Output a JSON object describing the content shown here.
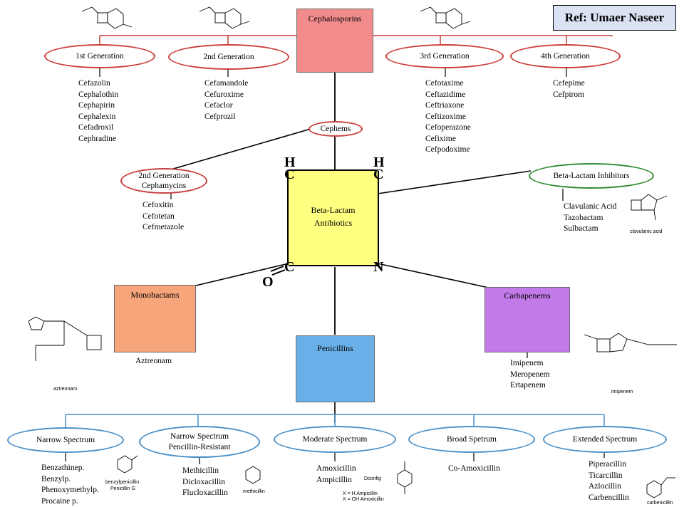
{
  "ref": "Ref: Umaer Naseer",
  "center": {
    "line1": "Beta-Lactam",
    "line2": "Antibiotics",
    "corner_h_left": "H",
    "corner_c_left": "C",
    "corner_h_right": "H",
    "corner_c_right": "C",
    "corner_o": "O",
    "corner_c_bottom": "C",
    "corner_n": "N"
  },
  "cephalosporins": {
    "title": "Cephalosporins",
    "generations": [
      {
        "label": "1st Generation",
        "drugs": [
          "Cefazolin",
          "Cephalothin",
          "Cephapirin",
          "Cephalexin",
          "Cefadroxil",
          "Cephradine"
        ]
      },
      {
        "label": "2nd Generation",
        "drugs": [
          "Cefamandole",
          "Cefuroxime",
          "Cefaclor",
          "Cefprozil"
        ]
      },
      {
        "label": "3rd Generation",
        "drugs": [
          "Cefotaxime",
          "Ceftazidime",
          "Ceftriaxone",
          "Ceftizoxime",
          "Cefoperazone",
          "Cefixime",
          "Cefpodoxime"
        ]
      },
      {
        "label": "4th Generation",
        "drugs": [
          "Cefepime",
          "Cefpirom"
        ]
      }
    ]
  },
  "cephems": "Cephems",
  "cephamycins": {
    "line1": "2nd Generation",
    "line2": "Cephamycins",
    "drugs": [
      "Cefoxitin",
      "Cefotetan",
      "Cefmetazole"
    ]
  },
  "inhibitors": {
    "label": "Beta-Lactam Inhibitors",
    "drugs": [
      "Clavulanic Acid",
      "Tazobactam",
      "Sulbactam"
    ],
    "structure_label": "clavulanic acid"
  },
  "monobactams": {
    "title": "Monobactams",
    "drug": "Aztreonam",
    "structure_label": "aztreonam"
  },
  "carbapenems": {
    "title": "Carbapenems",
    "drugs": [
      "Imipenem",
      "Meropenem",
      "Ertapenem"
    ],
    "structure_label": "imipenem"
  },
  "penicillins": {
    "title": "Penicillins",
    "spectra": [
      {
        "line1": "Narrow Spectrum",
        "line2": "",
        "drugs": [
          "Benzathinep.",
          "Benzylp.",
          "Phenoxymethylp.",
          "Procaine p."
        ]
      },
      {
        "line1": "Narrow Spectrum",
        "line2": "Pencillin-Resistant",
        "drugs": [
          "Methicillin",
          "Dicloxacillin",
          "Flucloxacillin"
        ]
      },
      {
        "line1": "Moderate Spectrum",
        "line2": "",
        "drugs": [
          "Amoxicillin",
          "Ampicillin"
        ]
      },
      {
        "line1": "Broad Spetrum",
        "line2": "",
        "drugs": [
          "Co-Amoxicillin"
        ]
      },
      {
        "line1": "Extended Spectrum",
        "line2": "",
        "drugs": [
          "Piperacillin",
          "Ticarcillin",
          "Azlocillin",
          "Carbencillin"
        ]
      }
    ]
  },
  "structure_notes": {
    "benzyl_1": "benzylpenicillin",
    "benzyl_2": "Penicillin G",
    "methicillin": "methicillin",
    "dconfig": "Dconfig",
    "ampicillin": "X = H   Ampicillin",
    "amoxicillin": "X = OH  Amoxicillin",
    "carbenicillin": "carbenicillin"
  },
  "colors": {
    "cephalosporins": "#f28b8b",
    "center": "#ffff80",
    "monobactams": "#f7a57b",
    "carbapenems": "#c27ae8",
    "penicillins": "#6ab0e8",
    "red_oval": "#cc3d3d",
    "blue_oval": "#4a90c8",
    "green_oval": "#2e8b2e",
    "ref_bg": "#dbe2f4"
  }
}
